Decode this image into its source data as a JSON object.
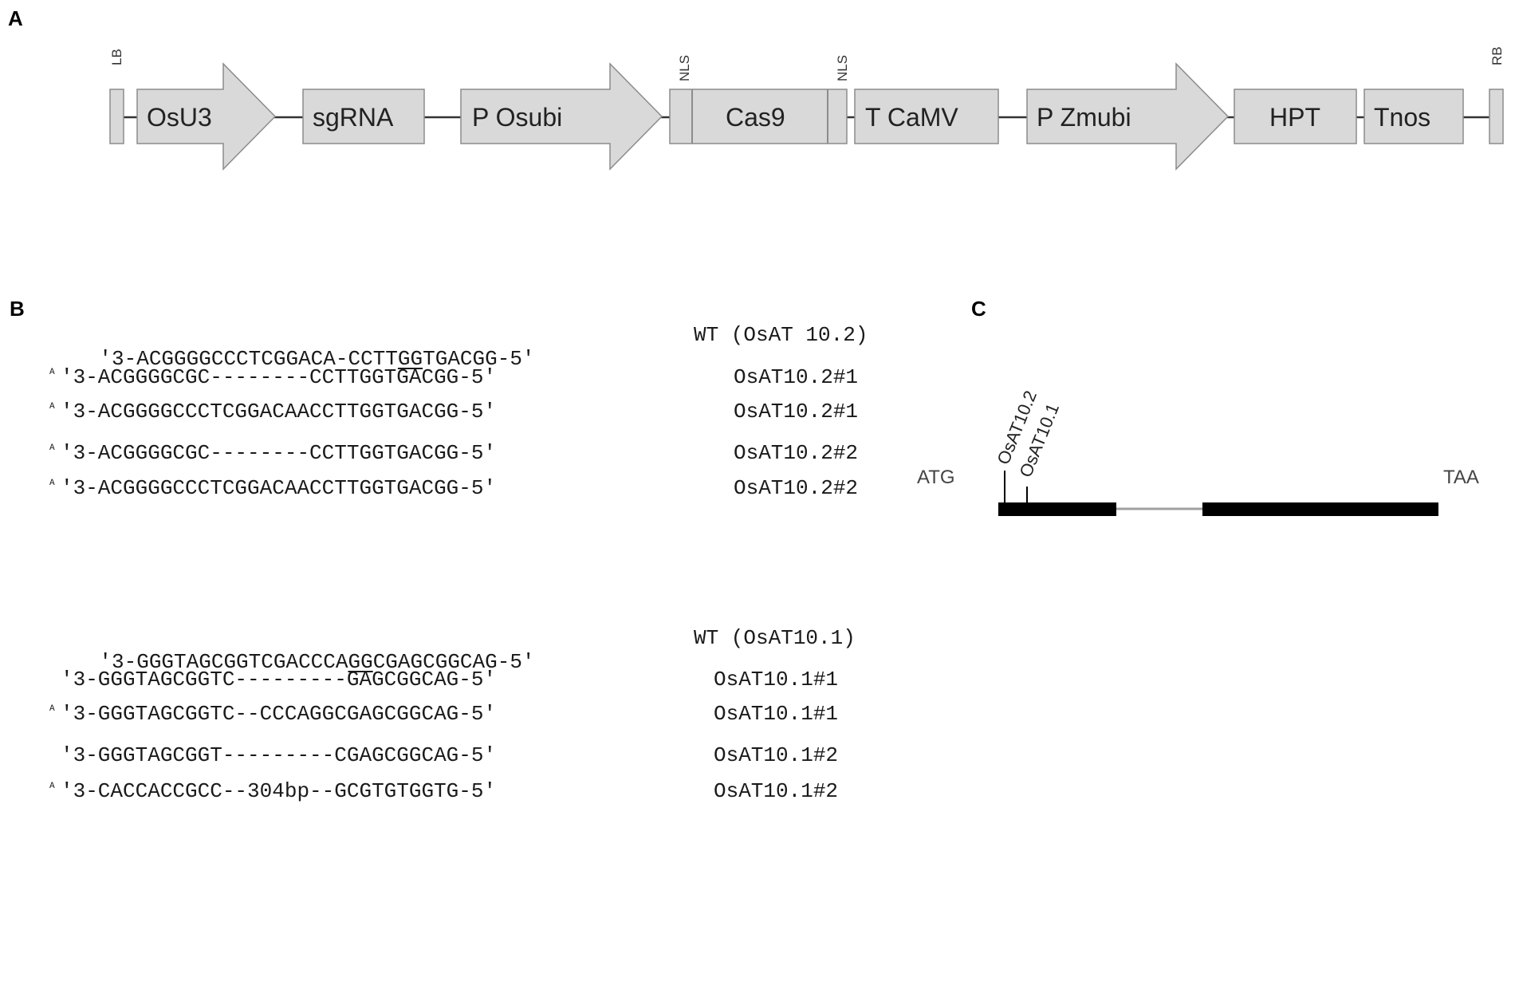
{
  "panels": {
    "a": "A",
    "b": "B",
    "c": "C"
  },
  "construct": {
    "elements": [
      {
        "label": "LB",
        "shape": "border"
      },
      {
        "label": "OsU3",
        "shape": "arrow"
      },
      {
        "label": "sgRNA",
        "shape": "box"
      },
      {
        "label": "P Osubi",
        "shape": "arrow"
      },
      {
        "label": "NLS",
        "shape": "nls"
      },
      {
        "label": "Cas9",
        "shape": "box"
      },
      {
        "label": "NLS",
        "shape": "nls"
      },
      {
        "label": "T CaMV",
        "shape": "box"
      },
      {
        "label": "P Zmubi",
        "shape": "arrow"
      },
      {
        "label": "HPT",
        "shape": "box"
      },
      {
        "label": "Tnos",
        "shape": "box"
      },
      {
        "label": "RB",
        "shape": "border"
      }
    ],
    "colors": {
      "fill": "#d9d9d9",
      "stroke": "#8c8c8c",
      "line": "#333333"
    }
  },
  "sequences_a": {
    "wt": {
      "pre": "'3-ACGGGGCCCTCGGACA-CCTT",
      "pam": "GG",
      "post": "TGACGG-5'",
      "label": "WT (OsAT 10.2)"
    },
    "rows": [
      {
        "mark": "A",
        "seq": "'3-ACGGGGCGC--------CCTTGGTGACGG-5'",
        "label": "OsAT10.2#1"
      },
      {
        "mark": "A",
        "seq": "'3-ACGGGGCCCTCGGACAACCTTGGTGACGG-5'",
        "label": "OsAT10.2#1"
      },
      {
        "mark": "A",
        "seq": "'3-ACGGGGCGC--------CCTTGGTGACGG-5'",
        "label": "OsAT10.2#2"
      },
      {
        "mark": "A",
        "seq": "'3-ACGGGGCCCTCGGACAACCTTGGTGACGG-5'",
        "label": "OsAT10.2#2"
      }
    ]
  },
  "sequences_b": {
    "wt": {
      "pre": "'3-GGGTAGCGGTCGACCCA",
      "pam": "GG",
      "post": "CGAGCGGCAG-5'",
      "label": "WT (OsAT10.1)"
    },
    "rows": [
      {
        "mark": "",
        "seq": "'3-GGGTAGCGGTC---------GAGCGGCAG-5'",
        "label": "OsAT10.1#1"
      },
      {
        "mark": "A",
        "seq": "'3-GGGTAGCGGTC--CCCAGGCGAGCGGCAG-5'",
        "label": "OsAT10.1#1"
      },
      {
        "mark": "",
        "seq": "'3-GGGTAGCGGT---------CGAGCGGCAG-5'",
        "label": "OsAT10.1#2"
      },
      {
        "mark": "A",
        "seq": "'3-CACCACCGCC--304bp--GCGTGTGGTG-5'",
        "label": "OsAT10.1#2"
      }
    ]
  },
  "gene": {
    "start": "ATG",
    "stop": "TAA",
    "targets": [
      "OsAT10.2",
      "OsAT10.1"
    ]
  }
}
